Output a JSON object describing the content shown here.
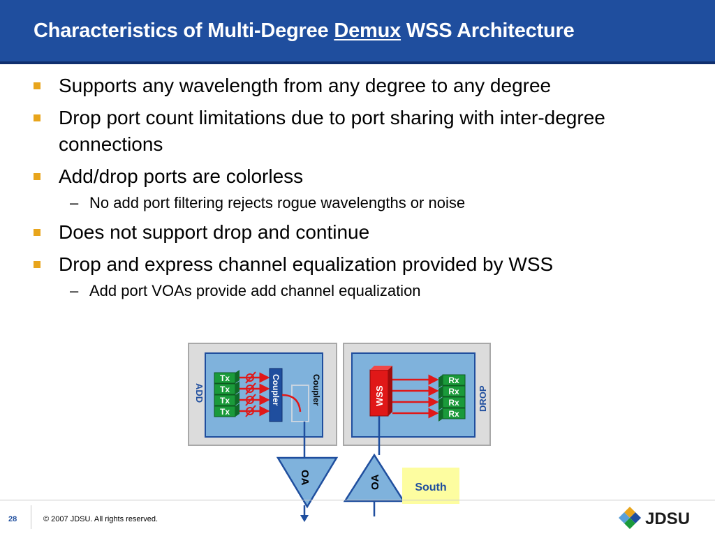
{
  "slide": {
    "title_pre": "Characteristics of Multi-Degree ",
    "title_emph": "Demux",
    "title_post": " WSS Architecture",
    "bullets": [
      {
        "level": 1,
        "text": "Supports any wavelength from any degree to any degree"
      },
      {
        "level": 1,
        "text": "Drop port count limitations due to port sharing with inter-degree connections"
      },
      {
        "level": 1,
        "text": "Add/drop ports are colorless"
      },
      {
        "level": 2,
        "text": "No add port filtering rejects rogue wavelengths or noise"
      },
      {
        "level": 1,
        "text": "Does not support drop and continue"
      },
      {
        "level": 1,
        "text": "Drop and express channel equalization provided by WSS"
      },
      {
        "level": 2,
        "text": "Add port VOAs provide add channel equalization"
      }
    ]
  },
  "diagram": {
    "add_label": "ADD",
    "drop_label": "DROP",
    "tx_labels": [
      "Tx",
      "Tx",
      "Tx",
      "Tx"
    ],
    "rx_labels": [
      "Rx",
      "Rx",
      "Rx",
      "Rx"
    ],
    "coupler_inner": "Coupler",
    "coupler_outer": "Coupler",
    "wss_label": "WSS",
    "oa_left": "OA",
    "oa_right": "OA",
    "south_label": "South"
  },
  "footer": {
    "page_number": "28",
    "copyright": "© 2007 JDSU. All rights reserved.",
    "logo_text": "JDSU"
  },
  "colors": {
    "title_bar": "#1f4e9e",
    "bullet": "#e8a51c",
    "panel_fill": "#7fb2dc",
    "module_green": "#1a9a3a",
    "module_red": "#e01818",
    "south_fill": "#fdfda0"
  }
}
